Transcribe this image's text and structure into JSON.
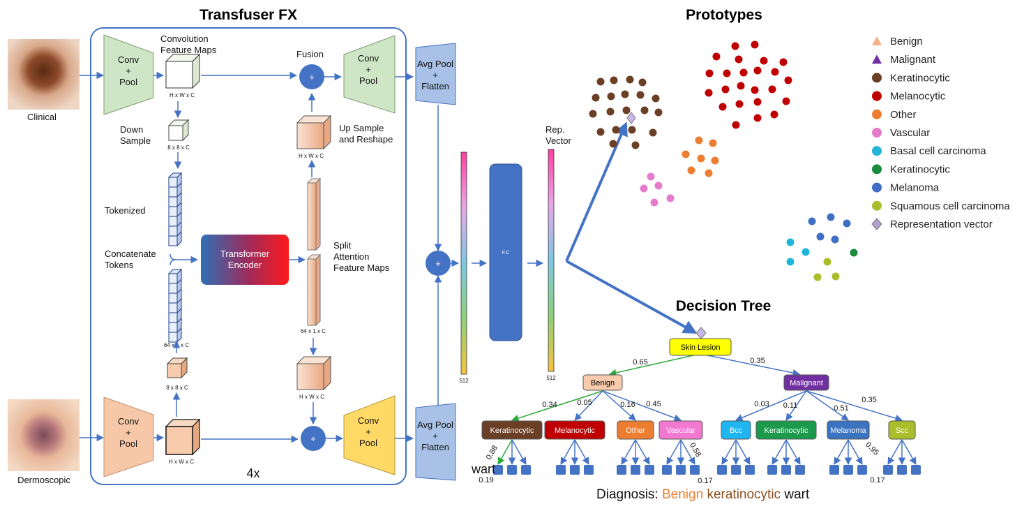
{
  "titles": {
    "fx": "Transfuser FX",
    "prototypes": "Prototypes",
    "tree": "Decision Tree",
    "repeat": "4x"
  },
  "inputs": {
    "clinical": "Clinical",
    "dermoscopic": "Dermoscopic"
  },
  "blocks": {
    "conv_pool": "Conv\n+\nPool",
    "avg_pool_flatten": "Avg Pool\n+\nFlatten",
    "transformer": "Transformer\nEncoder",
    "fc": "F.C"
  },
  "labels": {
    "conv_feature_maps": "Convolution\nFeature Maps",
    "down_sample": "Down\nSample",
    "tokenized": "Tokenized",
    "concat_tokens": "Concatenate\nTokens",
    "fusion": "Fusion",
    "up_sample": "Up Sample\nand Reshape",
    "split_attention": "Split\nAttention\nFeature Maps",
    "rep_vector": "Rep.\nVector"
  },
  "dims": {
    "hwc": "H x W x C",
    "eight": "8 x 8 x C",
    "sixtyfour": "64 x 1 x C",
    "vec512": "512"
  },
  "colors": {
    "frame": "#4472c4",
    "arrow": "#4472c4",
    "conv_green": "#cfe6c6",
    "conv_peach": "#f6c8a8",
    "conv_yellow": "#ffd966",
    "avg_blue": "#a9c1e6",
    "fc": "#4472c4",
    "fusion": "#4472c4"
  },
  "legend": [
    {
      "label": "Benign",
      "color": "#f4b183",
      "shape": "triangle"
    },
    {
      "label": "Malignant",
      "color": "#7030a0",
      "shape": "triangle"
    },
    {
      "label": "Keratinocytic",
      "color": "#6b3e26",
      "shape": "circle"
    },
    {
      "label": "Melanocytic",
      "color": "#c00000",
      "shape": "circle"
    },
    {
      "label": "Other",
      "color": "#ed7d31",
      "shape": "circle"
    },
    {
      "label": "Vascular",
      "color": "#e67bcc",
      "shape": "circle"
    },
    {
      "label": "Basal cell carcinoma",
      "color": "#1fb5d6",
      "shape": "circle"
    },
    {
      "label": "Keratinocytic",
      "color": "#1a8a3c",
      "shape": "circle"
    },
    {
      "label": "Melanoma",
      "color": "#3e6fc2",
      "shape": "circle"
    },
    {
      "label": "Squamous cell carcinoma",
      "color": "#a9be2a",
      "shape": "circle"
    },
    {
      "label": "Representation vector",
      "color": "#b0a0d0",
      "shape": "diamond"
    }
  ],
  "tree": {
    "root": {
      "label": "Skin Lesion",
      "color": "#ffff00",
      "text_color": "#000000"
    },
    "level1": [
      {
        "label": "Benign",
        "color": "#f8cbad",
        "text_color": "#000000",
        "prob": "0.65"
      },
      {
        "label": "Malignant",
        "color": "#7030a0",
        "text_color": "#ffffff",
        "prob": "0.35"
      }
    ],
    "level2": [
      {
        "label": "Keratinocytic",
        "color": "#6b3e26",
        "text_color": "#ffffff",
        "prob": "0.34"
      },
      {
        "label": "Melanocytic",
        "color": "#c00000",
        "text_color": "#ffffff",
        "prob": "0.05"
      },
      {
        "label": "Other",
        "color": "#ed7d31",
        "text_color": "#ffffff",
        "prob": "0.16"
      },
      {
        "label": "Vascular",
        "color": "#f279d0",
        "text_color": "#ffffff",
        "prob": "0.45"
      },
      {
        "label": "Bcc",
        "color": "#1fb5f0",
        "text_color": "#ffffff",
        "prob": "0.03"
      },
      {
        "label": "Keratinocytic",
        "color": "#1a9a4a",
        "text_color": "#ffffff",
        "prob": "0.11"
      },
      {
        "label": "Melanoma",
        "color": "#3b73c0",
        "text_color": "#ffffff",
        "prob": "0.51"
      },
      {
        "label": "Scc",
        "color": "#a9be2a",
        "text_color": "#ffffff",
        "prob": "0.35"
      }
    ],
    "leaf_probs": {
      "wart_top": "0.88",
      "wart_bottom": "0.19",
      "wart_word": "wart",
      "vascular_top": "0.58",
      "vascular_bottom": "0.17",
      "melanoma_top": "0.95",
      "melanoma_bottom": "0.17"
    }
  },
  "diagnosis": {
    "prefix": "Diagnosis: ",
    "benign": "Benign",
    "keratinocytic": "keratinocytic",
    "wart": "wart"
  }
}
